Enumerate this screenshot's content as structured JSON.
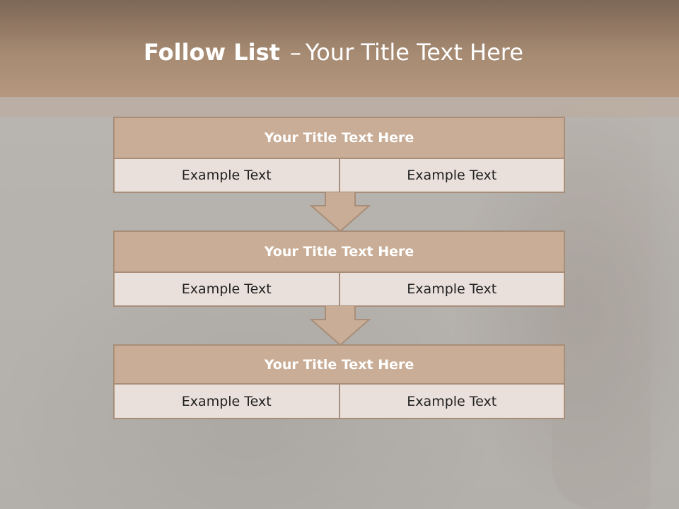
{
  "slide": {
    "title_bold": "Follow List",
    "title_separator": "–",
    "title_rest": "Your Title Text Here"
  },
  "blocks": [
    {
      "title": "Your Title Text Here",
      "cells": [
        "Example Text",
        "Example Text"
      ]
    },
    {
      "title": "Your Title Text Here",
      "cells": [
        "Example Text",
        "Example Text"
      ]
    },
    {
      "title": "Your Title Text Here",
      "cells": [
        "Example Text",
        "Example Text"
      ]
    }
  ],
  "colors": {
    "header": "#a68a72",
    "card_head": "#c9ad96",
    "card_row": "#eae0db",
    "border": "#a88e79",
    "arrow_fill": "#c9ad96"
  }
}
